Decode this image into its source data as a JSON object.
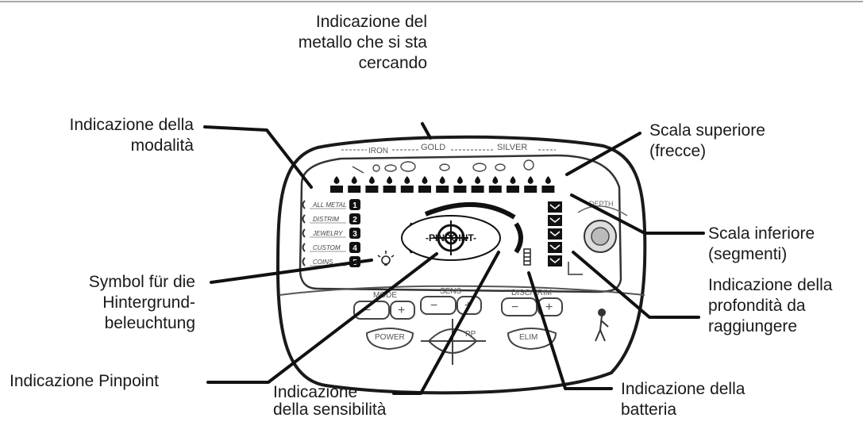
{
  "callouts": {
    "metal_search": "Indicazione del\nmetallo che si sta\ncercando",
    "mode": "Indicazione della\nmodalità",
    "top_scale": "Scala superiore\n(frecce)",
    "bottom_scale": "Scala inferiore\n(segmenti)",
    "depth": "Indicazione della\nprofondità da\nraggiungere",
    "backlight": "Symbol für die\nHintergrund-\nbeleuchtung",
    "pinpoint": "Indicazione Pinpoint",
    "sensitivity": "Indicazione\ndella sensibilità",
    "battery": "Indicazione della\nbatteria"
  },
  "device": {
    "categories": [
      "IRON",
      "GOLD",
      "SILVER"
    ],
    "modes": [
      "ALL METAL",
      "DISTRIM",
      "JEWELRY",
      "CUSTOM",
      "COINS"
    ],
    "mode_numbers": [
      "1",
      "2",
      "3",
      "4",
      "5"
    ],
    "pinpoint_label": "-PINPOINT-",
    "depth_label": "DEPTH",
    "buttons": {
      "mode": "MODE",
      "sens": "SENS",
      "disc": "DISC/TRIM",
      "power": "POWER",
      "pp": "PP",
      "elim": "ELIM",
      "minus": "−",
      "plus": "+"
    }
  }
}
